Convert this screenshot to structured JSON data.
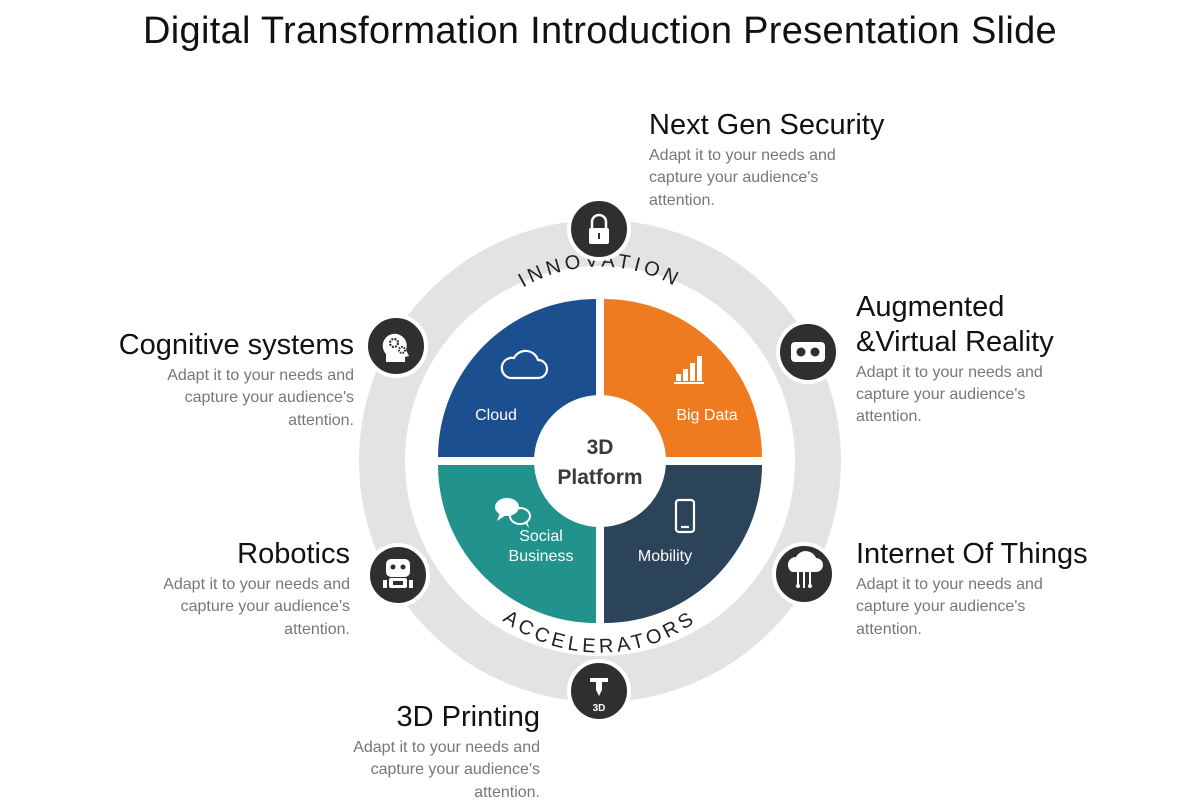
{
  "title": "Digital Transformation Introduction Presentation Slide",
  "center": {
    "line1": "3D",
    "line2": "Platform"
  },
  "arc_labels": {
    "top": "INNOVATION",
    "bottom": "ACCELERATORS"
  },
  "quadrants": [
    {
      "label_lines": [
        "Cloud"
      ],
      "icon": "cloud-icon",
      "color": "#1c4f8f"
    },
    {
      "label_lines": [
        "Big Data"
      ],
      "icon": "bar-chart-icon",
      "color": "#ef7b21"
    },
    {
      "label_lines": [
        "Social",
        "Business"
      ],
      "icon": "chat-bubbles-icon",
      "color": "#22928d"
    },
    {
      "label_lines": [
        "Mobility"
      ],
      "icon": "smartphone-icon",
      "color": "#2b4459"
    }
  ],
  "features": [
    {
      "key": "security",
      "title": "Next Gen Security",
      "title_2": "",
      "desc": "Adapt it to your needs and capture your audience's attention.",
      "icon": "lock-icon"
    },
    {
      "key": "ar-vr",
      "title": "Augmented",
      "title_2": "&Virtual Reality",
      "desc": "Adapt it to your needs and capture your audience's attention.",
      "icon": "vr-headset-icon"
    },
    {
      "key": "iot",
      "title": "Internet Of Things",
      "title_2": "",
      "desc": "Adapt it to your needs and capture your audience's attention.",
      "icon": "cloud-network-icon"
    },
    {
      "key": "printing",
      "title": "3D Printing",
      "title_2": "",
      "desc": "Adapt it to your needs and capture your audience's attention.",
      "icon": "3d-printer-icon"
    },
    {
      "key": "robotics",
      "title": "Robotics",
      "title_2": "",
      "desc": "Adapt it to your needs and capture your audience's attention.",
      "icon": "robot-icon"
    },
    {
      "key": "cognitive",
      "title": "Cognitive systems",
      "title_2": "",
      "desc": "Adapt it to your needs and capture your audience's attention.",
      "icon": "brain-gears-icon"
    }
  ],
  "colors": {
    "ring": "#e3e3e3",
    "icon_circle": "#2f2f2f",
    "icon_border": "#ffffff"
  },
  "printer_icon_text": "3D"
}
